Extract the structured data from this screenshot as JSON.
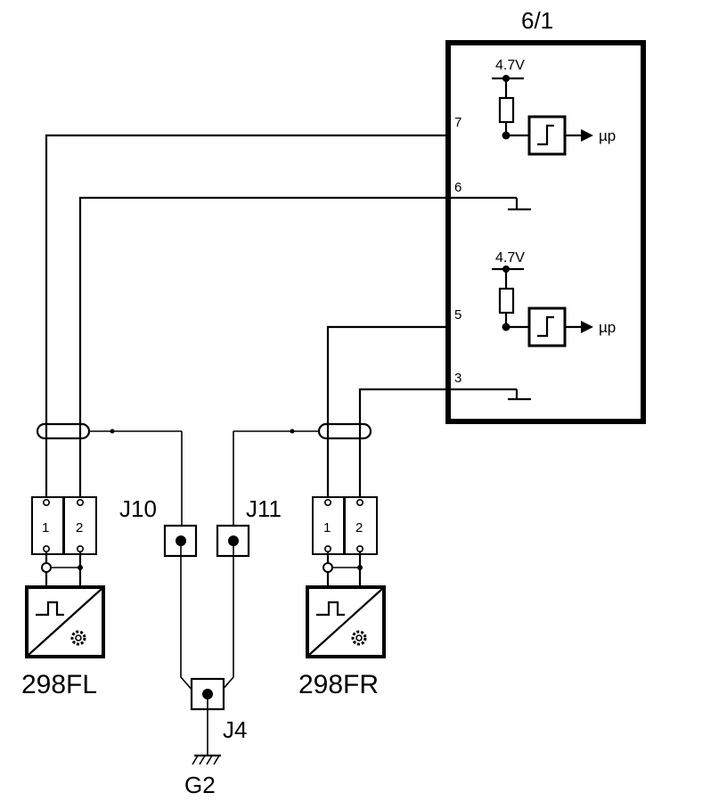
{
  "module": {
    "title": "6/1",
    "pins": {
      "p7": "7",
      "p6": "6",
      "p5": "5",
      "p3": "3"
    },
    "supply_top": "4.7V",
    "supply_bottom": "4.7V",
    "output_top": "µp",
    "output_bottom": "µp"
  },
  "connectors": {
    "left": {
      "pin1": "1",
      "pin2": "2"
    },
    "right": {
      "pin1": "1",
      "pin2": "2"
    }
  },
  "sensors": {
    "left": "298FL",
    "right": "298FR"
  },
  "junctions": {
    "j10": "J10",
    "j11": "J11",
    "j4": "J4"
  },
  "ground": "G2"
}
